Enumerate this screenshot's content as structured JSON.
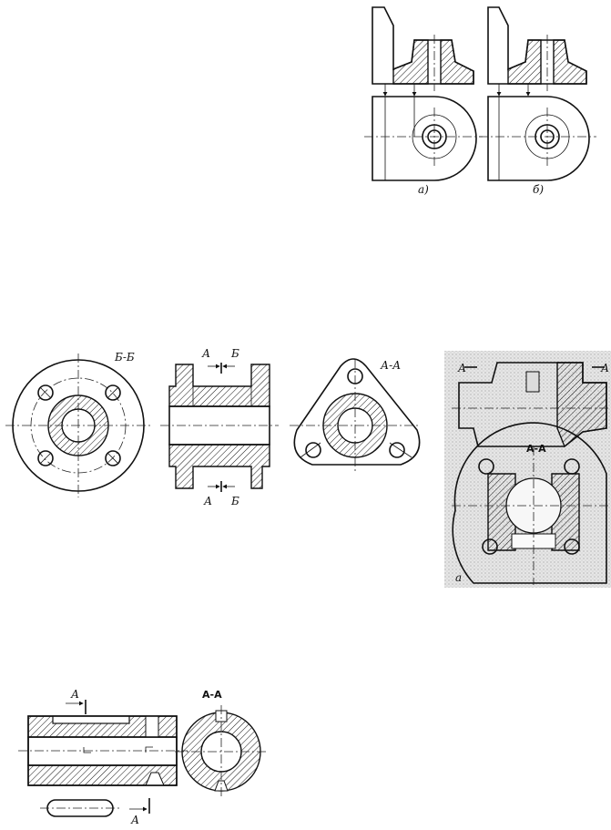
{
  "fig1": {
    "label_a": "а)",
    "label_b": "б)"
  },
  "fig2": {
    "left_title": "Б-Б",
    "mid_top_A": "А",
    "mid_top_B": "Б",
    "mid_bot_A": "А",
    "mid_bot_B": "Б",
    "right_title": "А-А"
  },
  "fig3": {
    "top_A_left": "А",
    "top_A_right": "А",
    "section_title": "А-А",
    "caption": "а"
  },
  "fig4": {
    "top_A": "А",
    "bottom_A": "А",
    "section_title": "А-А"
  }
}
